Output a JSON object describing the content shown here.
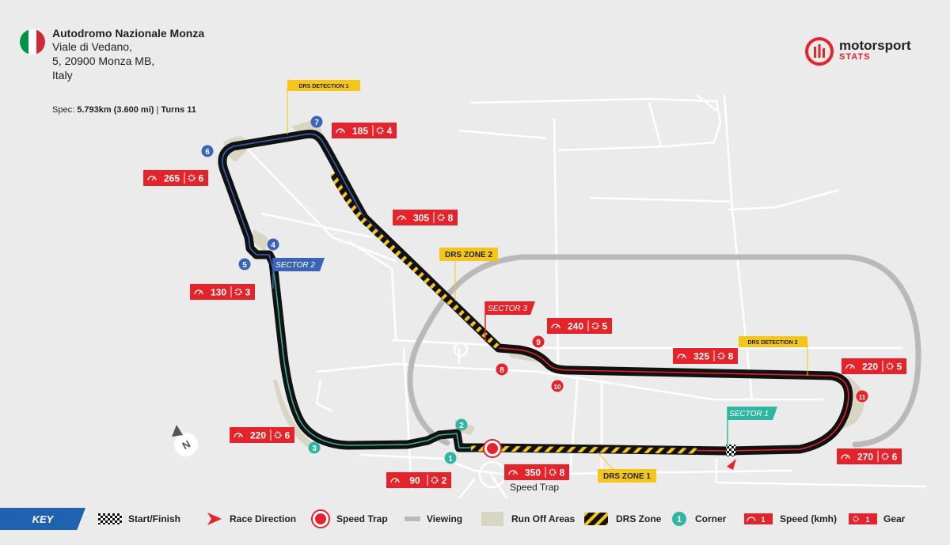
{
  "header": {
    "circuit_name": "Autodromo Nazionale Monza",
    "address_line1": "Viale di Vedano,",
    "address_line2": "5, 20900 Monza MB,",
    "address_line3": "Italy",
    "spec_label": "Spec:",
    "spec_length": "5.793km (3.600 mi)",
    "spec_separator": "|",
    "spec_turns": "Turns 11",
    "flag_colors": [
      "#009246",
      "#ffffff",
      "#ce2b37"
    ]
  },
  "logo": {
    "brand": "motorsport",
    "sub": "STATS",
    "icon": "motorsport-stats-logo-icon"
  },
  "colors": {
    "track": "#111111",
    "sector1": "#e5232a",
    "sector2": "#3b63b8",
    "sector3": "#2fb6a0",
    "drs": "#f5c518",
    "runoff": "#d8d5c3",
    "road": "#ffffff",
    "oval": "#b9b9b9",
    "speed_box": "#e5232a"
  },
  "corners": [
    {
      "n": "1",
      "sector": "sector3"
    },
    {
      "n": "2",
      "sector": "sector3"
    },
    {
      "n": "3",
      "sector": "sector3"
    },
    {
      "n": "4",
      "sector": "sector2"
    },
    {
      "n": "5",
      "sector": "sector2"
    },
    {
      "n": "6",
      "sector": "sector2"
    },
    {
      "n": "7",
      "sector": "sector2"
    },
    {
      "n": "8",
      "sector": "sector1"
    },
    {
      "n": "9",
      "sector": "sector1"
    },
    {
      "n": "10",
      "sector": "sector1"
    },
    {
      "n": "11",
      "sector": "sector1"
    }
  ],
  "speed_boxes": [
    {
      "id": "s185",
      "speed": "185",
      "gear": "4"
    },
    {
      "id": "s265",
      "speed": "265",
      "gear": "6"
    },
    {
      "id": "s305",
      "speed": "305",
      "gear": "8"
    },
    {
      "id": "s130",
      "speed": "130",
      "gear": "3"
    },
    {
      "id": "s240",
      "speed": "240",
      "gear": "5"
    },
    {
      "id": "s325",
      "speed": "325",
      "gear": "8"
    },
    {
      "id": "s220a",
      "speed": "220",
      "gear": "5"
    },
    {
      "id": "s270",
      "speed": "270",
      "gear": "6"
    },
    {
      "id": "s220b",
      "speed": "220",
      "gear": "6"
    },
    {
      "id": "s90",
      "speed": "90",
      "gear": "2"
    },
    {
      "id": "s350",
      "speed": "350",
      "gear": "8"
    }
  ],
  "labels": {
    "sector1": "SECTOR 1",
    "sector2": "SECTOR 2",
    "sector3": "SECTOR 3",
    "drs_zone1": "DRS ZONE 1",
    "drs_zone2": "DRS ZONE 2",
    "drs_detection1": "DRS DETECTION 1",
    "drs_detection2": "DRS DETECTION 2",
    "speed_trap": "Speed Trap",
    "compass": "N"
  },
  "key": {
    "title": "KEY",
    "items": [
      {
        "label": "Start/Finish",
        "icon": "checkered-flag-icon"
      },
      {
        "label": "Race Direction",
        "icon": "race-direction-arrow-icon"
      },
      {
        "label": "Speed Trap",
        "icon": "speed-trap-icon"
      },
      {
        "label": "Viewing",
        "icon": "viewing-area-icon"
      },
      {
        "label": "Run Off Areas",
        "icon": "run-off-area-icon"
      },
      {
        "label": "DRS Zone",
        "icon": "drs-zone-icon"
      },
      {
        "label": "Corner",
        "icon": "corner-marker-icon"
      },
      {
        "label": "Speed (kmh)",
        "icon": "speedometer-icon"
      },
      {
        "label": "Gear",
        "icon": "gear-icon"
      }
    ],
    "corner_sample": "1",
    "speed_sample": "1",
    "gear_sample": "1"
  }
}
